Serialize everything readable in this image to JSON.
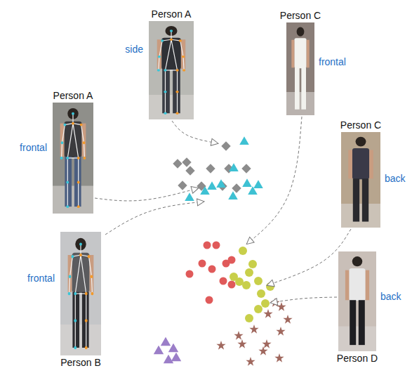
{
  "diagram": {
    "nodes": [
      {
        "text": [
          "Person A",
          "side"
        ]
      },
      {
        "text": [
          "Person C",
          "frontal"
        ]
      },
      {
        "text": [
          "Person A",
          "frontal"
        ]
      },
      {
        "text": [
          "Person C",
          "back"
        ]
      },
      {
        "text": [
          "Person B",
          "frontal"
        ]
      },
      {
        "text": [
          "Person D",
          "back"
        ]
      }
    ]
  }
}
